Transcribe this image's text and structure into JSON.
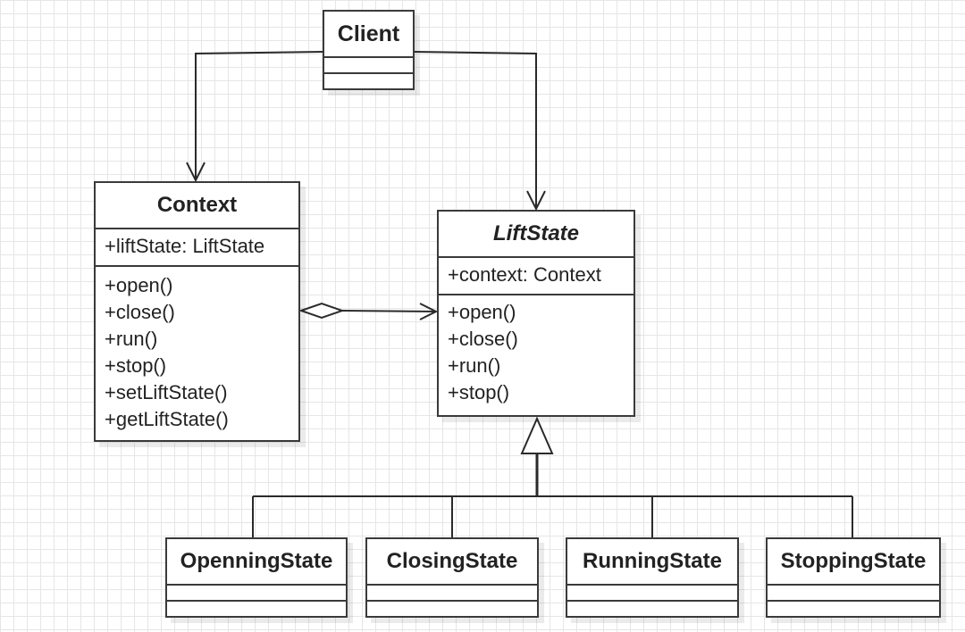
{
  "classes": {
    "client": {
      "name": "Client",
      "attributes": [],
      "methods": []
    },
    "context": {
      "name": "Context",
      "attributes": [
        "+liftState: LiftState"
      ],
      "methods": [
        "+open()",
        "+close()",
        "+run()",
        "+stop()",
        "+setLiftState()",
        "+getLiftState()"
      ]
    },
    "liftstate": {
      "name": "LiftState",
      "abstract": true,
      "attributes": [
        "+context: Context"
      ],
      "methods": [
        "+open()",
        "+close()",
        "+run()",
        "+stop()"
      ]
    },
    "opening": {
      "name": "OpenningState"
    },
    "closing": {
      "name": "ClosingState"
    },
    "running": {
      "name": "RunningState"
    },
    "stopping": {
      "name": "StoppingState"
    }
  },
  "relations": [
    {
      "from": "client",
      "to": "context",
      "type": "association"
    },
    {
      "from": "client",
      "to": "liftstate",
      "type": "association"
    },
    {
      "from": "context",
      "to": "liftstate",
      "type": "aggregation"
    },
    {
      "from": "opening",
      "to": "liftstate",
      "type": "generalization"
    },
    {
      "from": "closing",
      "to": "liftstate",
      "type": "generalization"
    },
    {
      "from": "running",
      "to": "liftstate",
      "type": "generalization"
    },
    {
      "from": "stopping",
      "to": "liftstate",
      "type": "generalization"
    }
  ]
}
